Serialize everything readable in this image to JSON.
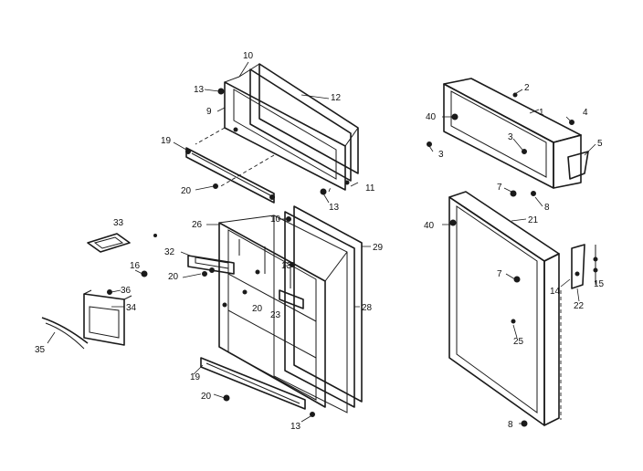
{
  "callouts": {
    "c10_top": "10",
    "c13_a": "13",
    "c12": "12",
    "c9": "9",
    "c19_top": "19",
    "c20_a": "20",
    "c11": "11",
    "c13_b": "13",
    "c26": "26",
    "c10_mid": "10",
    "c29": "29",
    "c13_c": "13",
    "c32": "32",
    "c20_b": "20",
    "c20_c": "20",
    "c23": "23",
    "c28": "28",
    "c33": "33",
    "c16": "16",
    "c36": "36",
    "c34": "34",
    "c35": "35",
    "c19_bot": "19",
    "c20_d": "20",
    "c13_d": "13",
    "c2": "2",
    "c40_a": "40",
    "c1": "1",
    "c4": "4",
    "c3_a": "3",
    "c3_b": "3",
    "c5": "5",
    "c7_a": "7",
    "c8_a": "8",
    "c40_b": "40",
    "c21": "21",
    "c7_b": "7",
    "c14": "14",
    "c15": "15",
    "c22": "22",
    "c25": "25",
    "c8_b": "8"
  }
}
